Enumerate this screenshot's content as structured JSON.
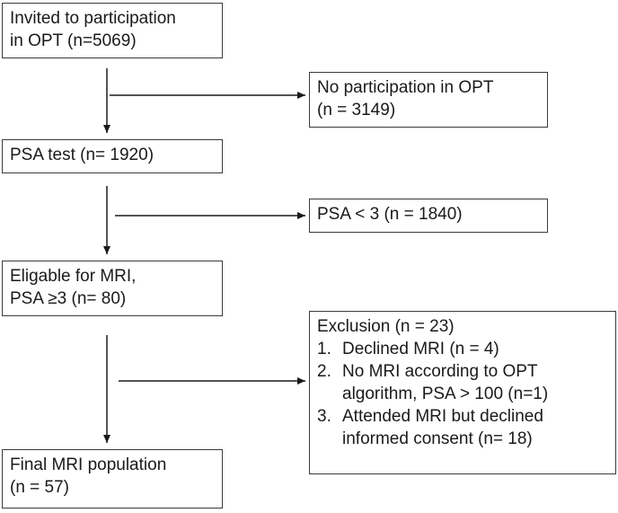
{
  "boxes": {
    "invited": {
      "lines": [
        "Invited to participation",
        "in OPT (n=5069)"
      ]
    },
    "no_participation": {
      "lines": [
        "No participation in OPT",
        "(n = 3149)"
      ]
    },
    "psa_test": {
      "lines": [
        "PSA test (n= 1920)"
      ]
    },
    "psa_low": {
      "lines": [
        "PSA < 3 (n = 1840)"
      ]
    },
    "eligible": {
      "lines": [
        "Eligable for MRI,",
        "PSA ≥3 (n= 80)"
      ]
    },
    "exclusion": {
      "title": "Exclusion (n = 23)",
      "items": [
        {
          "num": "1.",
          "lines": [
            "Declined MRI (n = 4)"
          ]
        },
        {
          "num": "2.",
          "lines": [
            "No MRI according to OPT",
            "algorithm, PSA > 100 (n=1)"
          ]
        },
        {
          "num": "3.",
          "lines": [
            "Attended MRI but declined",
            "informed consent (n= 18)"
          ]
        }
      ]
    },
    "final": {
      "lines": [
        "Final MRI population",
        "(n = 57)"
      ]
    }
  },
  "colors": {
    "border": "#3a3a3a",
    "arrow": "#1a1a1a",
    "text": "#1a1a1a"
  }
}
